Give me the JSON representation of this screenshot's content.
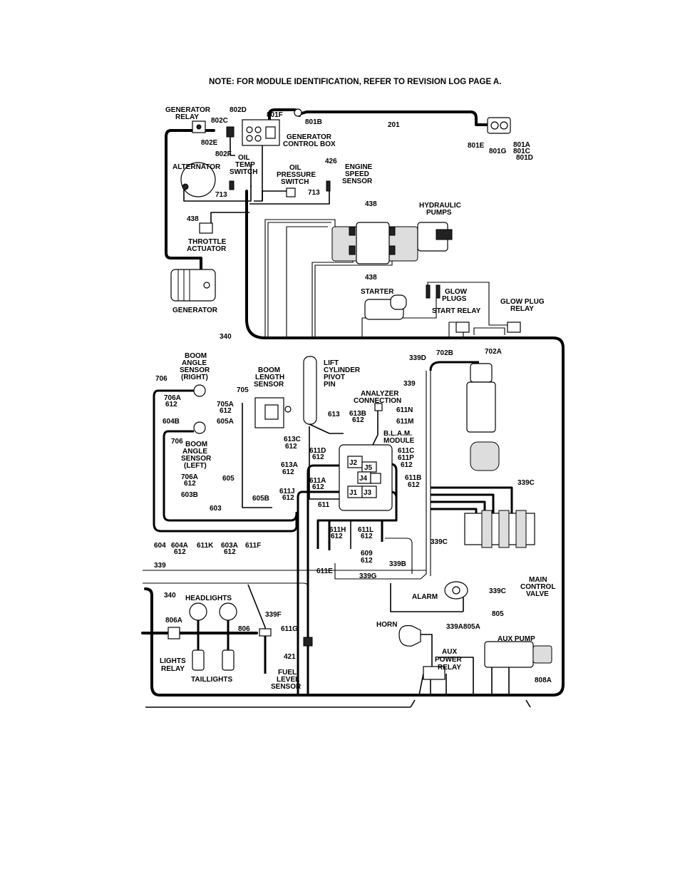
{
  "note": "NOTE: FOR MODULE IDENTIFICATION, REFER TO REVISION LOG PAGE A.",
  "components": {
    "generator_relay": [
      "GENERATOR",
      "RELAY"
    ],
    "generator_control_box": [
      "GENERATOR",
      "CONTROL BOX"
    ],
    "alternator": "ALTERNATOR",
    "oil_temp_switch": [
      "OIL",
      "TEMP",
      "SWITCH"
    ],
    "oil_pressure_switch": [
      "OIL",
      "PRESSURE",
      "SWITCH"
    ],
    "engine_speed_sensor": [
      "ENGINE",
      "SPEED",
      "SENSOR"
    ],
    "hydraulic_pumps": [
      "HYDRAULIC",
      "PUMPS"
    ],
    "throttle_actuator": [
      "THROTTLE",
      "ACTUATOR"
    ],
    "generator": "GENERATOR",
    "starter": "STARTER",
    "glow_plugs": [
      "GLOW",
      "PLUGS"
    ],
    "start_relay": "START RELAY",
    "glow_plug_relay": [
      "GLOW PLUG",
      "RELAY"
    ],
    "boom_angle_sensor_right": [
      "BOOM",
      "ANGLE",
      "SENSOR",
      "(RIGHT)"
    ],
    "boom_length_sensor": [
      "BOOM",
      "LENGTH",
      "SENSOR"
    ],
    "lift_cylinder_pivot_pin": [
      "LIFT",
      "CYLINDER",
      "PIVOT",
      "PIN"
    ],
    "analyzer_connection": [
      "ANALYZER",
      "CONNECTION"
    ],
    "blam_module": [
      "B.L.A.M.",
      "MODULE"
    ],
    "boom_angle_sensor_left": [
      "BOOM",
      "ANGLE",
      "SENSOR",
      "(LEFT)"
    ],
    "main_control_valve": [
      "MAIN",
      "CONTROL",
      "VALVE"
    ],
    "alarm": "ALARM",
    "headlights": "HEADLIGHTS",
    "horn": "HORN",
    "aux_power_relay": [
      "AUX",
      "POWER",
      "RELAY"
    ],
    "aux_pump": "AUX PUMP",
    "lights_relay": [
      "LIGHTS",
      "RELAY"
    ],
    "taillights": "TAILLIGHTS",
    "fuel_level_sensor": [
      "FUEL",
      "LEVEL",
      "SENSOR"
    ]
  },
  "connectors": {
    "j1": "J1",
    "j2": "J2",
    "j3": "J3",
    "j4": "J4",
    "j5": "J5"
  },
  "wires": {
    "w802D": "802D",
    "w802C": "802C",
    "w802E": "802E",
    "w802F": "802F",
    "w801F": "801F",
    "w801B": "801B",
    "w201": "201",
    "w801E": "801E",
    "w801G": "801G",
    "w801A": "801A",
    "w801C": "801C",
    "w801D": "801D",
    "w713a": "713",
    "w713b": "713",
    "w426": "426",
    "w438a": "438",
    "w438b": "438",
    "w438c": "438",
    "w340a": "340",
    "w339D": "339D",
    "w702B": "702B",
    "w702A": "702A",
    "w339a": "339",
    "w706a": "706",
    "w706A": "706A",
    "w612a": "612",
    "w705": "705",
    "w705A": "705A",
    "w612b": "612",
    "w605A": "605A",
    "w613": "613",
    "w613B": "613B",
    "w612c": "612",
    "w611N": "611N",
    "w611M": "611M",
    "w604B": "604B",
    "w706b": "706",
    "w613C": "613C",
    "w612d": "612",
    "w611D": "611D",
    "w612e": "612",
    "w611C": "611C",
    "w611P": "611P",
    "w612f": "612",
    "w613A": "613A",
    "w612g": "612",
    "w706A2": "706A",
    "w612h": "612",
    "w605": "605",
    "w611B": "611B",
    "w612i": "612",
    "w611A": "611A",
    "w612j": "612",
    "w603B": "603B",
    "w339C1": "339C",
    "w605B": "605B",
    "w611J": "611J",
    "w612k": "612",
    "w611": "611",
    "w603": "603",
    "w611H": "611H",
    "w612l": "612",
    "w611L": "611L",
    "w612m": "612",
    "w339C2": "339C",
    "w604": "604",
    "w604A": "604A",
    "w612n": "612",
    "w611K": "611K",
    "w603A": "603A",
    "w612o": "612",
    "w611F": "611F",
    "w609": "609",
    "w612p": "612",
    "w339B": "339B",
    "w611E": "611E",
    "w339G": "339G",
    "w339b": "339",
    "w340b": "340",
    "w339C3": "339C",
    "w805": "805",
    "w806A": "806A",
    "w339F": "339F",
    "w806": "806",
    "w611G": "611G",
    "w339A805A": "339A805A",
    "w421": "421",
    "w808A": "808A"
  }
}
